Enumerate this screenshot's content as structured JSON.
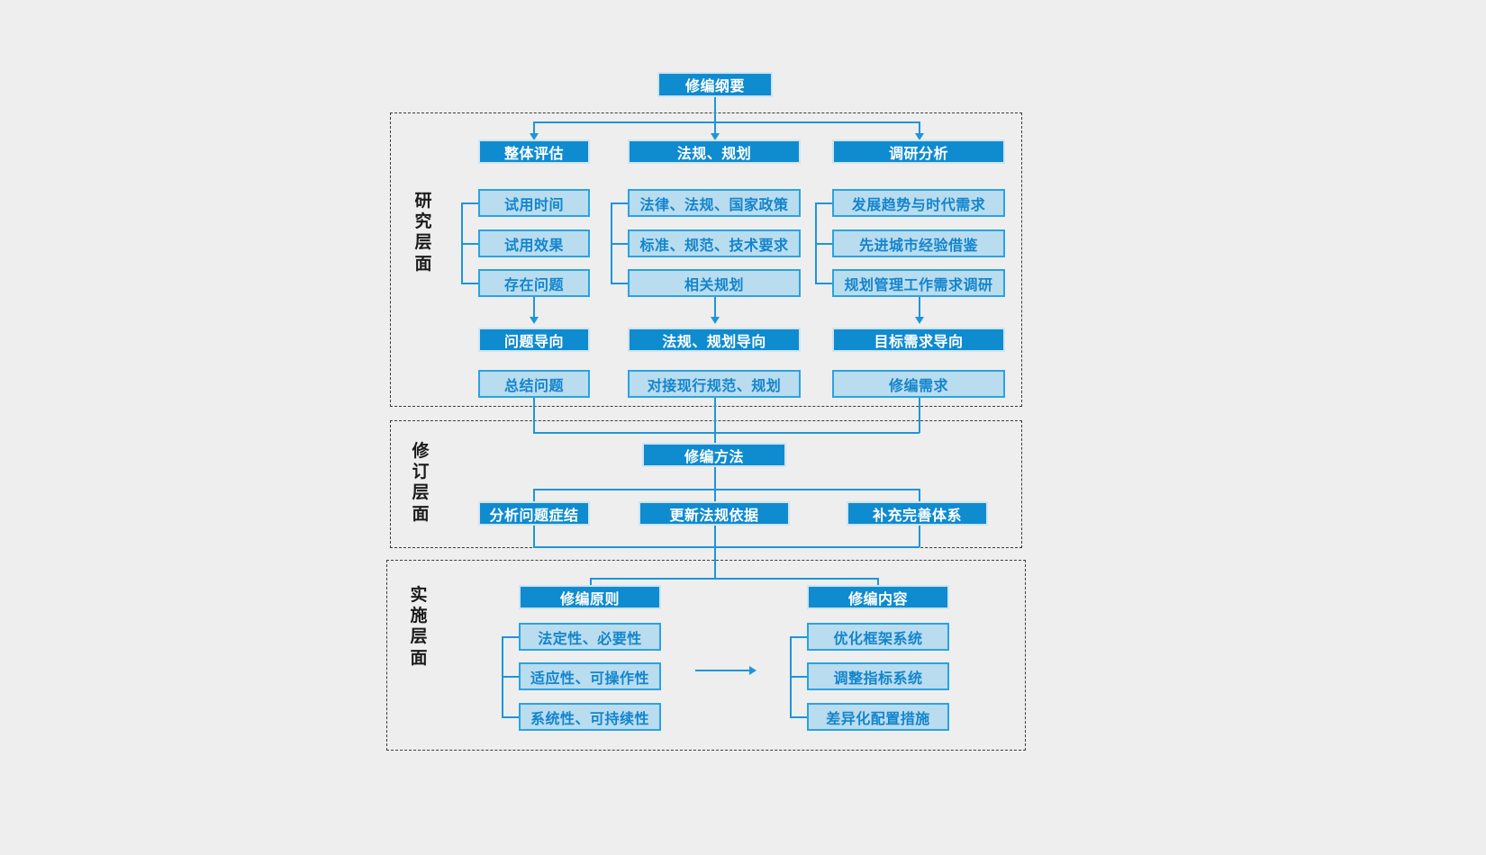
{
  "diagram": {
    "title_node": {
      "label": "修编纲要"
    },
    "layers": [
      {
        "id": "research",
        "label": "研究层面",
        "label_chars": [
          "研",
          "究",
          "层",
          "面"
        ],
        "columns": [
          {
            "head": "整体评估",
            "items": [
              "试用时间",
              "试用效果",
              "存在问题"
            ],
            "orientation": "问题导向",
            "result": "总结问题"
          },
          {
            "head": "法规、规划",
            "items": [
              "法律、法规、国家政策",
              "标准、规范、技术要求",
              "相关规划"
            ],
            "orientation": "法规、规划导向",
            "result": "对接现行规范、规划"
          },
          {
            "head": "调研分析",
            "items": [
              "发展趋势与时代需求",
              "先进城市经验借鉴",
              "规划管理工作需求调研"
            ],
            "orientation": "目标需求导向",
            "result": "修编需求"
          }
        ]
      },
      {
        "id": "revision",
        "label": "修订层面",
        "label_chars": [
          "修",
          "订",
          "层",
          "面"
        ],
        "head": "修编方法",
        "items": [
          "分析问题症结",
          "更新法规依据",
          "补充完善体系"
        ]
      },
      {
        "id": "implementation",
        "label": "实施层面",
        "label_chars": [
          "实",
          "施",
          "层",
          "面"
        ],
        "groups": [
          {
            "head": "修编原则",
            "items": [
              "法定性、必要性",
              "适应性、可操作性",
              "系统性、可持续性"
            ]
          },
          {
            "head": "修编内容",
            "items": [
              "优化框架系统",
              "调整指标系统",
              "差异化配置措施"
            ]
          }
        ]
      }
    ],
    "colors": {
      "background": "#eeeeee",
      "node_dark_fill": "#0f8bd0",
      "node_dark_text": "#ffffff",
      "node_dark_border": "#cfe4f3",
      "node_light_fill": "#b9dcef",
      "node_light_text": "#1385cd",
      "node_light_border": "#2aa3e0",
      "connector": "#1e95d9",
      "frame_border": "#3b3b3b",
      "label_text": "#1a1a1a"
    }
  }
}
